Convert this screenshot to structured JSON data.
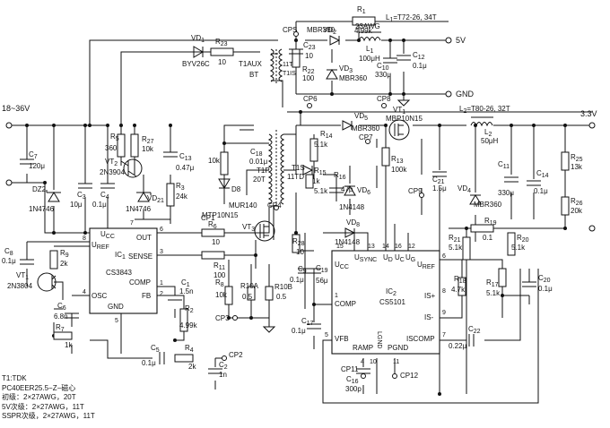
{
  "rails": {
    "vin": "18~36V",
    "v5": "5V",
    "gnd": "GND",
    "v33": "3.3V"
  },
  "components": {
    "R1": [
      "R",
      "1",
      "4.99k"
    ],
    "L1": [
      "L",
      "1",
      "=T72-26, 34T"
    ],
    "L1awg": "23AWG",
    "L1b": [
      "L",
      "1",
      "",
      "100μH"
    ],
    "VD1": [
      "VD",
      "1",
      "BYV26C"
    ],
    "R23": [
      "R",
      "23",
      "10"
    ],
    "CPS": "CPS",
    "C23": [
      "C",
      "23",
      "10"
    ],
    "VD2": [
      "VD",
      "2",
      "MBR380"
    ],
    "R22": [
      "R",
      "22",
      "100"
    ],
    "VD3": [
      "VD",
      "3",
      "MBR360"
    ],
    "C10": [
      "C",
      "10",
      "330μ"
    ],
    "C12": [
      "C",
      "12",
      "0.1μ"
    ],
    "T1AUX": "T1AUX",
    "BT": "BT",
    "T11T": "11T",
    "T1IS": "T1IS",
    "CP6": "CP6",
    "CP8": "CP8",
    "VT1_top": [
      "VT",
      "1"
    ],
    "MBP10N15": "MBP10N15",
    "L2": [
      "L",
      "2",
      "=T80-26, 32T"
    ],
    "L2b": [
      "L",
      "2",
      "",
      "50μH"
    ],
    "VD5": [
      "VD",
      "5",
      "MBR360"
    ],
    "R5": [
      "R",
      "5",
      "360"
    ],
    "R27": [
      "R",
      "27",
      "10k"
    ],
    "C13": [
      "C",
      "13",
      "0.47μ"
    ],
    "C7": [
      "C",
      "7",
      "120μ"
    ],
    "VT2": [
      "VT",
      "2",
      "2N3904"
    ],
    "R3": [
      "R",
      "3",
      "24k"
    ],
    "DZ2": [
      "DZ2",
      "",
      "1N4746"
    ],
    "C3": [
      "C",
      "3",
      "10μ"
    ],
    "C4": [
      "C",
      "4",
      "0.1μ"
    ],
    "VD21": [
      "VD",
      "21",
      "1N4746"
    ],
    "R14": [
      "R",
      "14",
      "5.1k"
    ],
    "CP7": "CP7",
    "R10k": "10k",
    "C18": [
      "C",
      "18",
      "0.01μ"
    ],
    "T1P": "T1P",
    "T20T": "20T",
    "T1S": "T1S",
    "T17D": "11TD",
    "R15": [
      "R",
      "15",
      "1k"
    ],
    "R16": [
      "R",
      "16",
      "5.1k"
    ],
    "C47": "47p",
    "VD6": [
      "VD",
      "6"
    ],
    "N4148": "1N4148",
    "R13": [
      "R",
      "13",
      "100k"
    ],
    "CP9": "CP9",
    "C21": [
      "C",
      "21",
      "1.5μ"
    ],
    "VD4": [
      "VD",
      "4",
      "MBR360"
    ],
    "C11": [
      "C",
      "11",
      "330μ"
    ],
    "C14": [
      "C",
      "14",
      "0.1μ"
    ],
    "R25": [
      "R",
      "25",
      "13k"
    ],
    "R26": [
      "R",
      "26",
      "20k"
    ],
    "D8": "D8",
    "MUR140": "MUR140",
    "CP4": "CP4",
    "MTP10N15": "MTP10N15",
    "CP1": "CP1",
    "VT3": [
      "VT",
      "3"
    ],
    "VD8": [
      "VD",
      "8"
    ],
    "VD8part": "1N4148",
    "R19": [
      "R",
      "19",
      "0.1"
    ],
    "R6": [
      "R",
      "6",
      "10"
    ],
    "R11": [
      "R",
      "11",
      "100"
    ],
    "C8": [
      "C",
      "8",
      "0.1μ"
    ],
    "VT1": [
      "VT",
      "1",
      "2N3804"
    ],
    "R9": [
      "R",
      "9",
      "2k"
    ],
    "C1": [
      "C",
      "1",
      "1.5n"
    ],
    "R8": [
      "R",
      "8",
      "10k"
    ],
    "R10A": [
      "R10A",
      "",
      "0.5"
    ],
    "R10B": [
      "R10B",
      "",
      "0.5"
    ],
    "R28": [
      "R",
      "28",
      "10"
    ],
    "C9": [
      "C",
      "9",
      "0.1μ"
    ],
    "C19": [
      "C",
      "19",
      "56μ"
    ],
    "R21": [
      "R",
      "21",
      "5.1k"
    ],
    "R20": [
      "R",
      "20",
      "5.1k"
    ],
    "R18": [
      "R",
      "18",
      "4.7k"
    ],
    "R17": [
      "R",
      "17",
      "5.1k"
    ],
    "C20": [
      "C",
      "20",
      "0.1μ"
    ],
    "C6": [
      "C",
      "6",
      "6.8n"
    ],
    "R7": [
      "R",
      "7",
      "1k"
    ],
    "R2": [
      "R",
      "2",
      "4.99k"
    ],
    "CP3": "CP3",
    "C17": [
      "C",
      "17",
      "0.1μ"
    ],
    "C22": [
      "C",
      "22",
      "0.22μ"
    ],
    "C5": [
      "C",
      "5",
      "0.1μ"
    ],
    "R4": [
      "R",
      "4",
      "2k"
    ],
    "CP2": "CP2",
    "C2": [
      "C",
      "2",
      "1n"
    ],
    "CP11": "CP11",
    "C16": [
      "C",
      "16",
      "300p"
    ],
    "CP12": "CP12"
  },
  "ic1": {
    "ref": [
      "IC",
      "1"
    ],
    "part": "CS3843",
    "pins": {
      "ucc": [
        "U",
        "CC"
      ],
      "uref": [
        "U",
        "REF"
      ],
      "out": "OUT",
      "sense": "SENSE",
      "comp": "COMP",
      "osc": "OSC",
      "gnd": "GND",
      "fb": "FB"
    },
    "pin_numbers": [
      "7",
      "8",
      "6",
      "3",
      "1",
      "4",
      "5",
      "2"
    ]
  },
  "ic2": {
    "ref": [
      "IC",
      "2"
    ],
    "part": "CS5101",
    "pins": {
      "ucc": [
        "U",
        "CC"
      ],
      "usync": [
        "U",
        "SYNC"
      ],
      "ud": [
        "U",
        "D"
      ],
      "uc": [
        "U",
        "C"
      ],
      "ug": [
        "U",
        "G"
      ],
      "uref": [
        "U",
        "REF"
      ],
      "comp": "COMP",
      "is_pos": "IS+",
      "is_neg": "IS-",
      "vfb": "VFB",
      "iscomp": "ISCOMP",
      "ramp": "RAMP",
      "lgnd": "LGND",
      "pgnd": "PGND"
    },
    "pin_numbers": [
      "15",
      "13",
      "14",
      "12",
      "16",
      "6",
      "8",
      "9",
      "5",
      "7",
      "4",
      "10",
      "1",
      "11"
    ]
  },
  "notes": [
    "T1:TDK",
    "PC40EER25.5−Z−磁心",
    "初级：2×27AWG，20T",
    "5V次级：2×27AWG，11T",
    "SSPR次级，2×27AWG，11T"
  ]
}
